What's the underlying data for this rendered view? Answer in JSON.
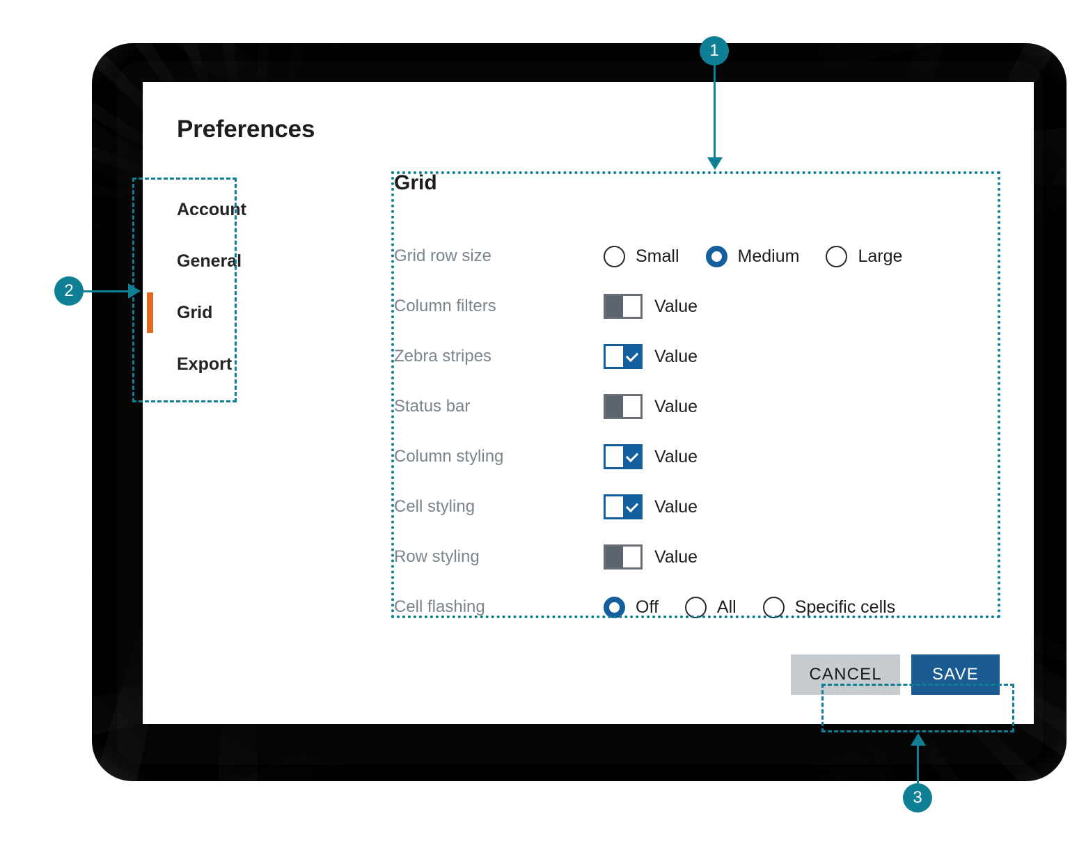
{
  "dialog": {
    "title": "Preferences",
    "nav": {
      "items": [
        {
          "label": "Account",
          "active": false
        },
        {
          "label": "General",
          "active": false
        },
        {
          "label": "Grid",
          "active": true
        },
        {
          "label": "Export",
          "active": false
        }
      ]
    },
    "section": {
      "title": "Grid",
      "rows": [
        {
          "label": "Grid row size",
          "type": "radio",
          "options": [
            {
              "label": "Small",
              "selected": false
            },
            {
              "label": "Medium",
              "selected": true
            },
            {
              "label": "Large",
              "selected": false
            }
          ]
        },
        {
          "label": "Column filters",
          "type": "toggle",
          "value_label": "Value",
          "on": false
        },
        {
          "label": "Zebra stripes",
          "type": "toggle",
          "value_label": "Value",
          "on": true
        },
        {
          "label": "Status bar",
          "type": "toggle",
          "value_label": "Value",
          "on": false
        },
        {
          "label": "Column styling",
          "type": "toggle",
          "value_label": "Value",
          "on": true
        },
        {
          "label": "Cell styling",
          "type": "toggle",
          "value_label": "Value",
          "on": true
        },
        {
          "label": "Row styling",
          "type": "toggle",
          "value_label": "Value",
          "on": false
        },
        {
          "label": "Cell flashing",
          "type": "radio",
          "options": [
            {
              "label": "Off",
              "selected": true
            },
            {
              "label": "All",
              "selected": false
            },
            {
              "label": "Specific cells",
              "selected": false
            }
          ]
        }
      ]
    },
    "footer": {
      "cancel_label": "CANCEL",
      "save_label": "SAVE"
    }
  },
  "annotations": [
    {
      "number": "1",
      "target": "grid-settings-region",
      "direction": "down"
    },
    {
      "number": "2",
      "target": "sidebar-nav-region",
      "direction": "right"
    },
    {
      "number": "3",
      "target": "footer-buttons-region",
      "direction": "up"
    }
  ],
  "colors": {
    "accent_blue": "#1a5c92",
    "active_orange": "#e0691f",
    "annotation_teal": "#0f7f96",
    "label_gray": "#7b848d",
    "toggle_off_gray": "#5c646d",
    "cancel_gray": "#c7ccd1",
    "backdrop_black": "#050505",
    "panel_white": "#ffffff"
  }
}
